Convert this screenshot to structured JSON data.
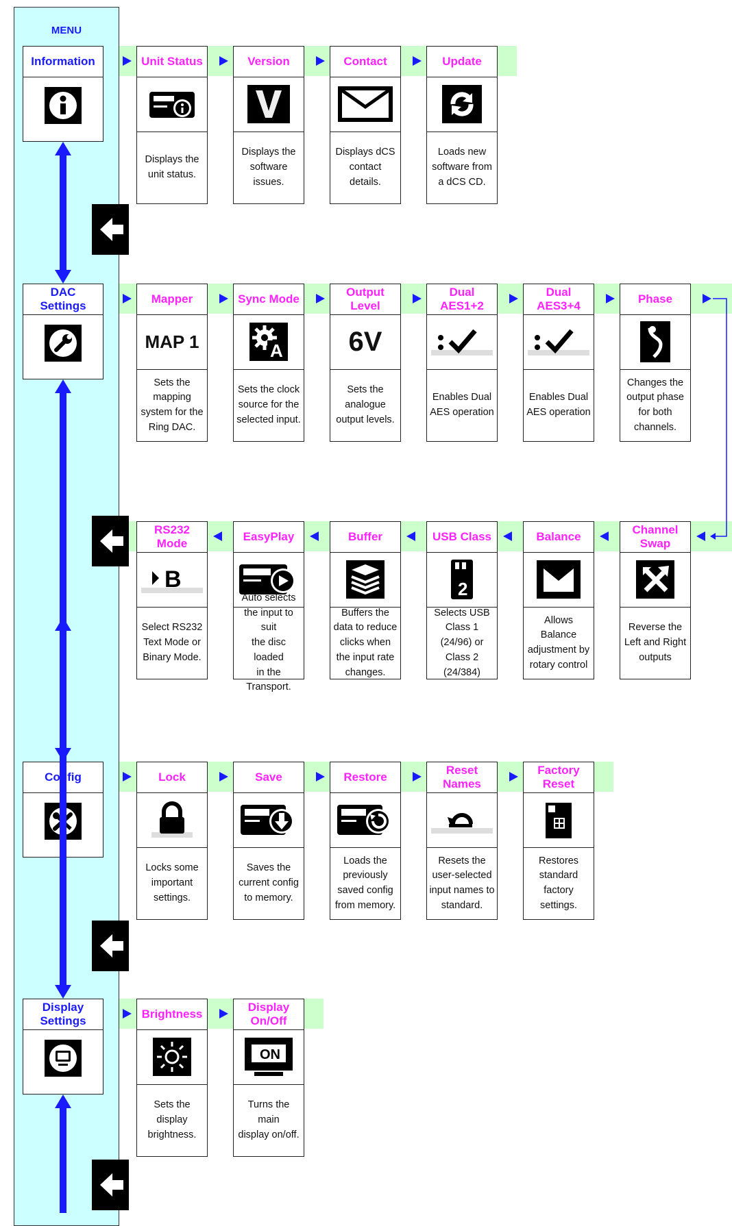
{
  "menu_label": "MENU",
  "colors": {
    "menu_panel": "#ccffff",
    "band": "#ccffcc",
    "arrow": "#1a1aff",
    "menu_title": "#1a1aff",
    "item_title": "#ff22ff"
  },
  "menus": [
    {
      "title": "Information",
      "icon": "info-icon",
      "items": [
        {
          "title": "Unit Status",
          "icon": "drive-info-icon",
          "desc": "Displays the\nunit status."
        },
        {
          "title": "Version",
          "icon": "v-letter-icon",
          "desc": "Displays the\nsoftware\nissues."
        },
        {
          "title": "Contact",
          "icon": "envelope-icon",
          "desc": "Displays dCS\ncontact details."
        },
        {
          "title": "Update",
          "icon": "refresh-icon",
          "desc": "Loads new\nsoftware from\na dCS CD."
        }
      ]
    },
    {
      "title": "DAC\nSettings",
      "icon": "wrench-icon",
      "items": [
        {
          "title": "Mapper",
          "icon": "map1-icon",
          "icon_text": "MAP 1",
          "desc": "Sets the\nmapping\nsystem for the\nRing DAC."
        },
        {
          "title": "Sync Mode",
          "icon": "gear-a-icon",
          "desc": "Sets the clock\nsource for the\nselected input."
        },
        {
          "title": "Output\nLevel",
          "icon": "6v-icon",
          "icon_text": "6V",
          "desc": "Sets the\nanalogue\noutput levels."
        },
        {
          "title": "Dual\nAES1+2",
          "icon": "checkmark-icon",
          "desc": "Enables Dual\nAES operation"
        },
        {
          "title": "Dual\nAES3+4",
          "icon": "checkmark-icon",
          "desc": "Enables Dual\nAES operation"
        },
        {
          "title": "Phase",
          "icon": "phase-icon",
          "desc": "Changes the\noutput phase\nfor both\nchannels."
        },
        {
          "title": "Channel\nSwap",
          "icon": "swap-arrows-icon",
          "desc": "Reverse the\nLeft and Right\noutputs"
        },
        {
          "title": "Balance",
          "icon": "balance-icon",
          "desc": "Allows Balance\nadjustment by\nrotary control"
        },
        {
          "title": "USB Class",
          "icon": "usb-2-icon",
          "desc": "Selects USB\nClass 1\n(24/96) or\nClass 2\n(24/384)"
        },
        {
          "title": "Buffer",
          "icon": "layers-icon",
          "desc": "Buffers the\ndata to reduce\nclicks when\nthe input rate\nchanges."
        },
        {
          "title": "EasyPlay",
          "icon": "drive-play-icon",
          "desc": "Auto selects\nthe input to suit\nthe disc loaded\nin the\nTransport."
        },
        {
          "title": "RS232\nMode",
          "icon": "b-mode-icon",
          "icon_text": "B",
          "desc": "Select RS232\nText Mode or\nBinary Mode."
        }
      ]
    },
    {
      "title": "Config",
      "icon": "tools-icon",
      "items": [
        {
          "title": "Lock",
          "icon": "lock-icon",
          "desc": "Locks some\nimportant\nsettings."
        },
        {
          "title": "Save",
          "icon": "drive-save-icon",
          "desc": "Saves the\ncurrent config\nto memory."
        },
        {
          "title": "Restore",
          "icon": "drive-restore-icon",
          "desc": "Loads the\npreviously\nsaved config\nfrom memory."
        },
        {
          "title": "Reset\nNames",
          "icon": "reset-arrow-icon",
          "desc": "Resets the\nuser-selected\ninput names to\nstandard."
        },
        {
          "title": "Factory\nReset",
          "icon": "factory-icon",
          "desc": "Restores\nstandard\nfactory\nsettings."
        }
      ]
    },
    {
      "title": "Display\nSettings",
      "icon": "monitor-icon",
      "items": [
        {
          "title": "Brightness",
          "icon": "sun-icon",
          "desc": "Sets the\ndisplay\nbrightness."
        },
        {
          "title": "Display\nOn/Off",
          "icon": "display-on-icon",
          "icon_text": "ON",
          "desc": "Turns the main\ndisplay on/off."
        }
      ]
    }
  ]
}
